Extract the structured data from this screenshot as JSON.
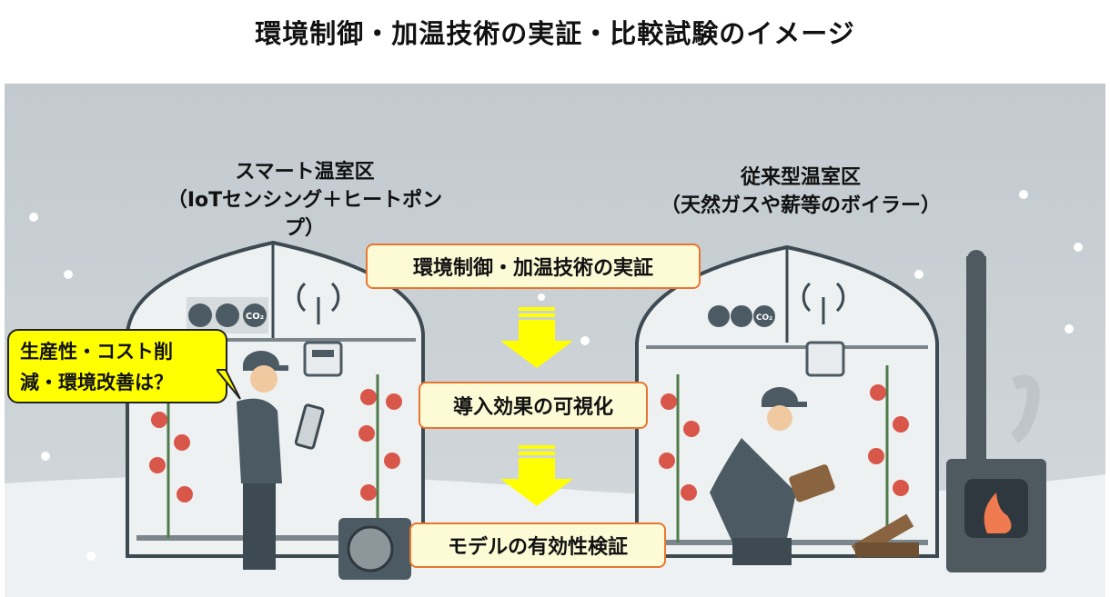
{
  "title": "環境制御・加温技術の実証・比較試験のイメージ",
  "left_house": {
    "name": "スマート温室区",
    "detail": "（IoTセンシング＋ヒートポンプ）",
    "sensor_icons": [
      "thermometer-icon",
      "thermometer-icon",
      "co2-icon"
    ],
    "co2_label": "CO₂"
  },
  "right_house": {
    "name": "従来型温室区",
    "detail": "（天然ガスや薪等のボイラー）",
    "co2_label": "CO₂"
  },
  "speech_bubble": {
    "line1": "生産性・コスト削",
    "line2": "減・環境改善は？"
  },
  "steps": [
    "環境制御・加温技術の実証",
    "導入効果の可視化",
    "モデルの有効性検証"
  ],
  "colors": {
    "box_border": "#e8762f",
    "box_fill": "#fdfbd6",
    "arrow": "#ffff00",
    "bubble": "#ffff00",
    "sky": "#c9d0d4"
  }
}
